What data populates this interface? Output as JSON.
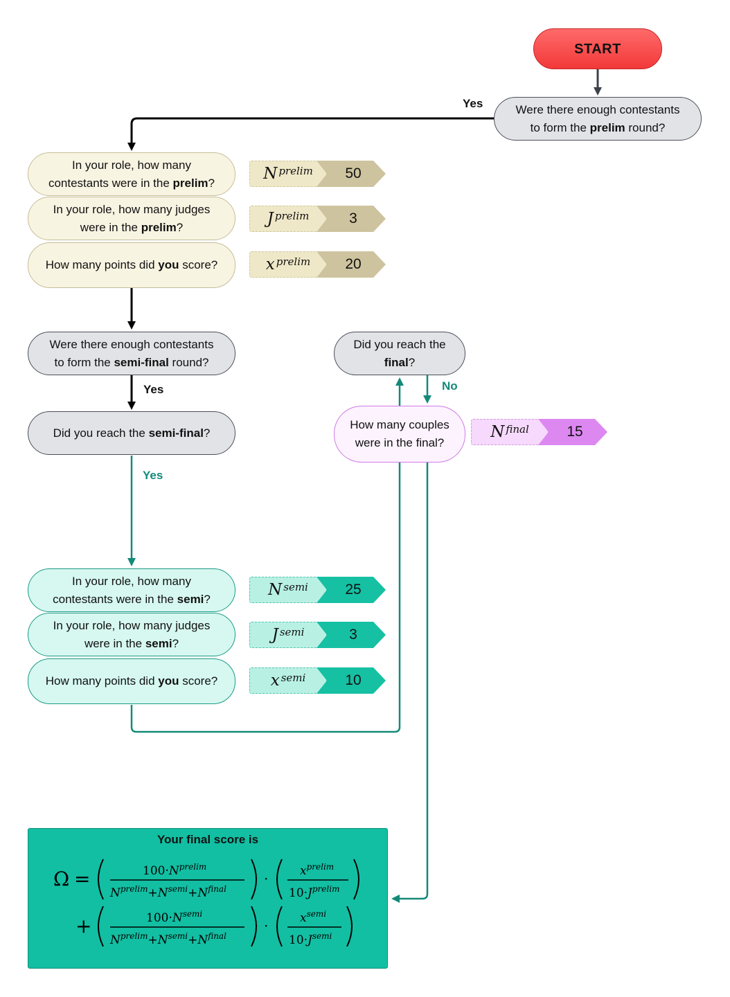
{
  "start": {
    "label": "START"
  },
  "edges": {
    "yes": "Yes",
    "no": "No"
  },
  "questions": {
    "q_prelim_enough": [
      "Were there enough contestants",
      "to form the ",
      "prelim",
      " round?"
    ],
    "q_prelim_contestants": [
      "In your role, how many",
      "contestants were in the ",
      "prelim",
      "?"
    ],
    "q_prelim_judges": [
      "In your role, how many judges",
      "were in the ",
      "prelim",
      "?"
    ],
    "q_prelim_points": [
      "How many points did ",
      "you",
      " score?"
    ],
    "q_semi_enough": [
      "Were there enough contestants",
      "to form the ",
      "semi-final",
      " round?"
    ],
    "q_semi_reach": [
      "Did you reach the ",
      "semi-final",
      "?"
    ],
    "q_semi_contestants": [
      "In your role, how many",
      "contestants were in the ",
      "semi",
      "?"
    ],
    "q_semi_judges": [
      "In your role, how many judges",
      "were in the ",
      "semi",
      "?"
    ],
    "q_semi_points": [
      "How many points did ",
      "you",
      " score?"
    ],
    "q_final_reach": [
      "Did you reach the",
      "final",
      "?"
    ],
    "q_final_couples": [
      "How many couples",
      "were in the final?"
    ]
  },
  "variables": {
    "n_prelim": {
      "letter": "N",
      "sup": "prelim",
      "value": "50"
    },
    "j_prelim": {
      "letter": "J",
      "sup": "prelim",
      "value": "3"
    },
    "x_prelim": {
      "letter": "x",
      "sup": "prelim",
      "value": "20"
    },
    "n_semi": {
      "letter": "N",
      "sup": "semi",
      "value": "25"
    },
    "j_semi": {
      "letter": "J",
      "sup": "semi",
      "value": "3"
    },
    "x_semi": {
      "letter": "x",
      "sup": "semi",
      "value": "10"
    },
    "n_final": {
      "letter": "N",
      "sup": "final",
      "value": "15"
    }
  },
  "result": {
    "title": "Your final score is",
    "omega": "Ω",
    "equals": "=",
    "plus": "+",
    "dot": "·",
    "hundred_dot": "100·",
    "ten_dot": "10·"
  },
  "colors": {
    "start": "#f23939",
    "question_gray": "#e1e3e7",
    "prelim": "#f8f4e2",
    "semi": "#d6f8f0",
    "final": "#fdf3ff",
    "result": "#12bfa3",
    "teal_arrow": "#138a78"
  }
}
